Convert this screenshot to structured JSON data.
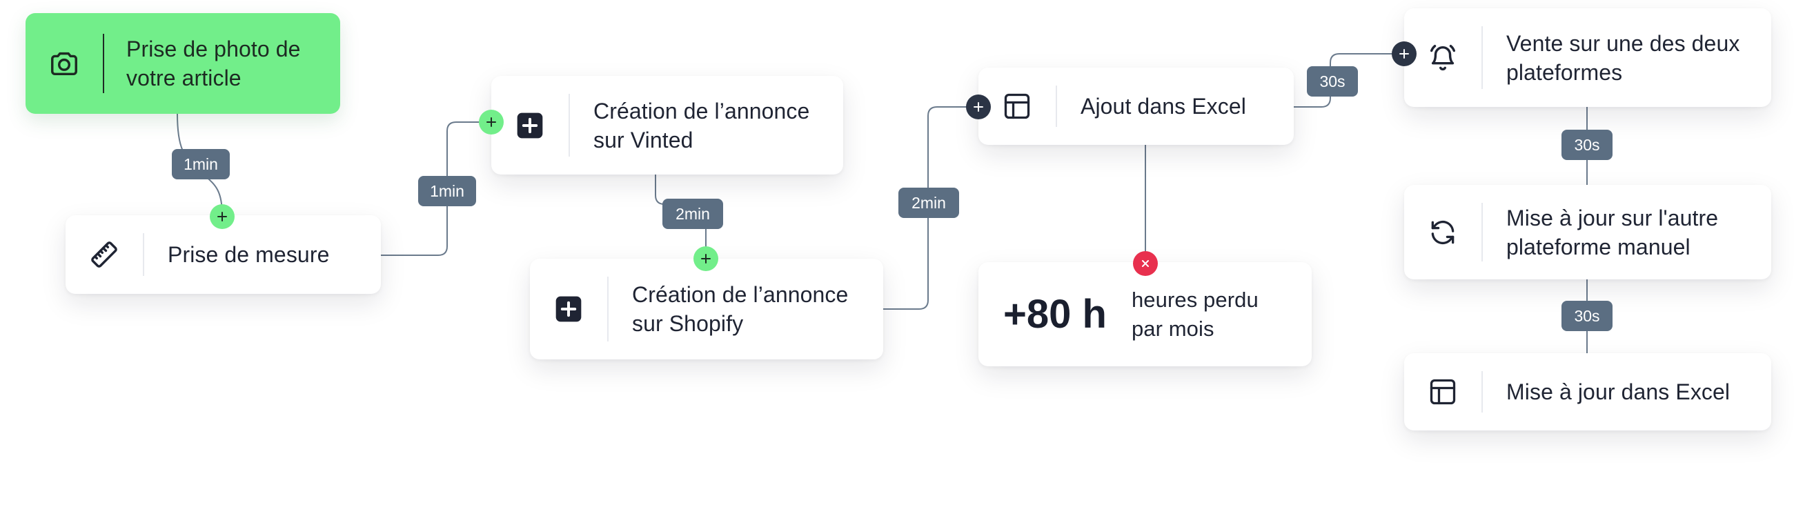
{
  "nodes": {
    "photo": {
      "label_line1": "Prise de photo de",
      "label_line2": "votre article",
      "icon": "camera-icon"
    },
    "mesure": {
      "label": "Prise de mesure",
      "icon": "ruler-icon"
    },
    "vinted": {
      "label_line1": "Création de l’annonce",
      "label_line2": "sur Vinted",
      "icon": "plus-square-icon"
    },
    "shopify": {
      "label_line1": "Création de l’annonce",
      "label_line2": "sur Shopify",
      "icon": "plus-square-icon"
    },
    "excel": {
      "label": "Ajout dans Excel",
      "icon": "table-icon"
    },
    "vente": {
      "label_line1": "Vente sur une des deux",
      "label_line2": "plateformes",
      "icon": "bell-ringing-icon"
    },
    "maj_autre": {
      "label_line1": "Mise à jour sur l'autre",
      "label_line2": "plateforme manuel",
      "icon": "refresh-icon"
    },
    "maj_excel": {
      "label": "Mise à jour dans Excel",
      "icon": "table-icon"
    }
  },
  "stat": {
    "value": "+80 h",
    "caption_line1": "heures perdu",
    "caption_line2": "par mois"
  },
  "durations": {
    "photo_to_mesure": "1min",
    "mesure_to_vinted": "1min",
    "vinted_to_shopify": "2min",
    "shopify_to_excel": "2min",
    "excel_to_vente": "30s",
    "vente_to_maj_autre": "30s",
    "maj_autre_to_maj_excel": "30s"
  },
  "colors": {
    "green_accent": "#72ee8a",
    "badge": "#5b6e82",
    "connector": "#6a7a8c",
    "dark_dot": "#2b3445",
    "red_dot": "#e8304e"
  }
}
